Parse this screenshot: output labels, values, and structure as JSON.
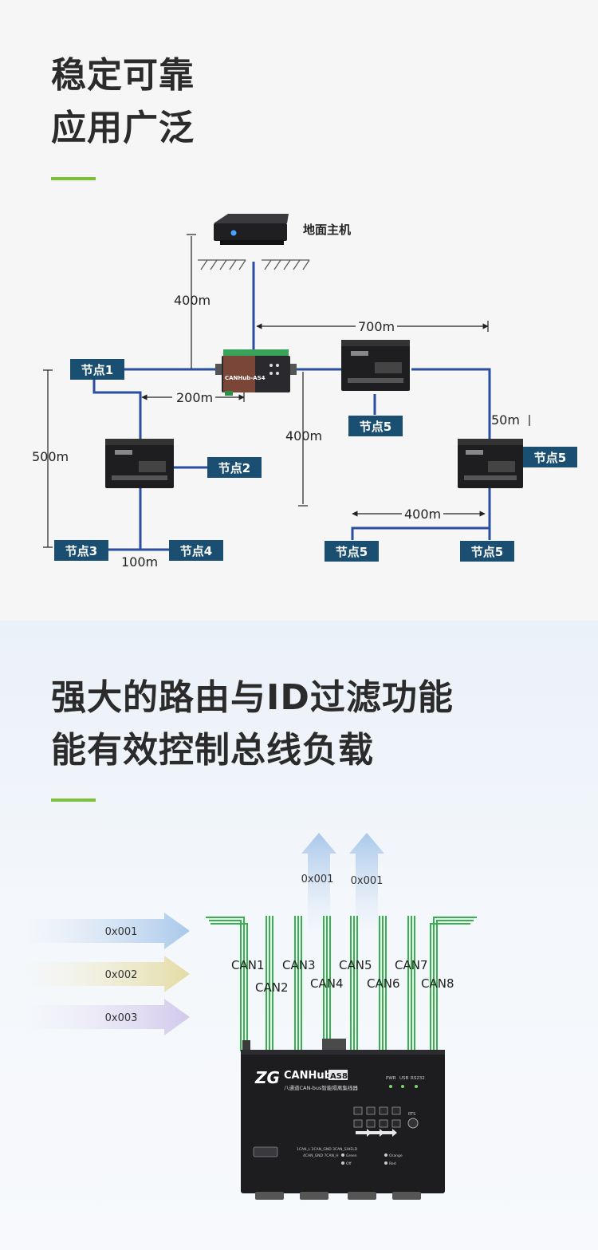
{
  "section1": {
    "heading_lines": [
      "稳定可靠",
      "应用广泛"
    ],
    "accent_color": "#7cc13a",
    "host_label": "地面主机",
    "device_model": "CANHub-AS4",
    "distances": {
      "host_to_hub": "400m",
      "hub_to_right": "700m",
      "node1_to_hub": "200m",
      "left_vertical": "500m",
      "hub_down": "400m",
      "right_drop": "50m",
      "bottom_right": "400m",
      "node3_to_node4": "100m"
    },
    "nodes": {
      "node1": "节点1",
      "node2": "节点2",
      "node3": "节点3",
      "node4": "节点4",
      "node5_center": "节点5",
      "node5_right": "节点5",
      "node5_bottom_left": "节点5",
      "node5_bottom_right": "节点5"
    },
    "colors": {
      "line": "#2b4fa0",
      "node_bg": "#1b4f72"
    }
  },
  "section2": {
    "heading_lines": [
      "强大的路由与ID过滤功能",
      "能有效控制总线负载"
    ],
    "accent_color": "#7cc13a",
    "input_ids": [
      "0x001",
      "0x002",
      "0x003"
    ],
    "output_ids": [
      "0x001",
      "0x001"
    ],
    "can_labels": [
      "CAN1",
      "CAN2",
      "CAN3",
      "CAN4",
      "CAN5",
      "CAN6",
      "CAN7",
      "CAN8"
    ],
    "device": {
      "logo": "ZG",
      "model_prefix": "CANHub-",
      "model_suffix": "AS8",
      "subtitle": "八通道CAN-bus智能隔离集线器",
      "led_labels": [
        "PWR",
        "USB",
        "RS232"
      ],
      "button_label": "RTS",
      "port_labels": "1CAN_L 2CAN_GND 3CAN_SHIELD",
      "port_labels2": "4CAN_GND 7CAN_H",
      "legend": [
        "Green",
        "Orange",
        "Off",
        "Red"
      ]
    },
    "colors": {
      "wire": "#35b34a"
    }
  }
}
